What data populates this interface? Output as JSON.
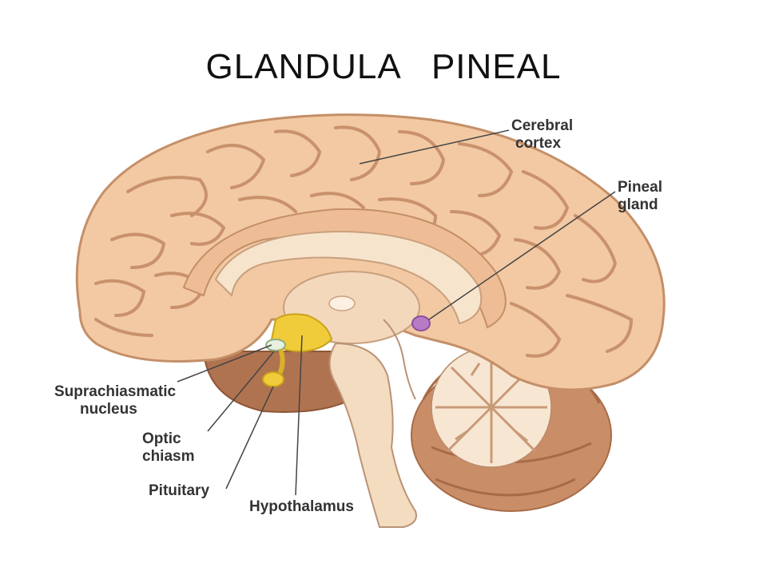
{
  "slide": {
    "title": "GLANDULA   PINEAL"
  },
  "labels": {
    "cerebral_cortex": [
      "Cerebral",
      "cortex"
    ],
    "pineal_gland": [
      "Pineal",
      "gland"
    ],
    "suprachiasmatic_nucleus": [
      "Suprachiasmatic",
      "nucleus"
    ],
    "optic_chiasm": [
      "Optic",
      "chiasm"
    ],
    "pituitary": "Pituitary",
    "hypothalamus": "Hypothalamus"
  },
  "colors": {
    "brain": "#f2c9a2",
    "brain_shadow": "#d9a27c",
    "corpus_callosum": "#f7e4cc",
    "brainstem": "#f3dcc0",
    "cerebellum": "#c98e68",
    "hypothalamus": "#f0cc3a",
    "pineal": "#b77bc6",
    "leader_lines": "#444444"
  }
}
